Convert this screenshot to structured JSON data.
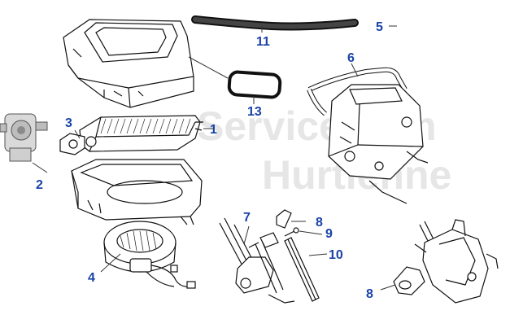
{
  "watermark": {
    "line1": "Service.com",
    "line2": "Hurtienne"
  },
  "callouts": {
    "c1": "1",
    "c2": "2",
    "c3": "3",
    "c4": "4",
    "c5": "5",
    "c6": "6",
    "c7": "7",
    "c8a": "8",
    "c8b": "8",
    "c9": "9",
    "c10": "10",
    "c11": "11",
    "c13": "13"
  },
  "colors": {
    "callout": "#1a43a8",
    "line": "#111111",
    "watermark": "#e6e6e6"
  }
}
